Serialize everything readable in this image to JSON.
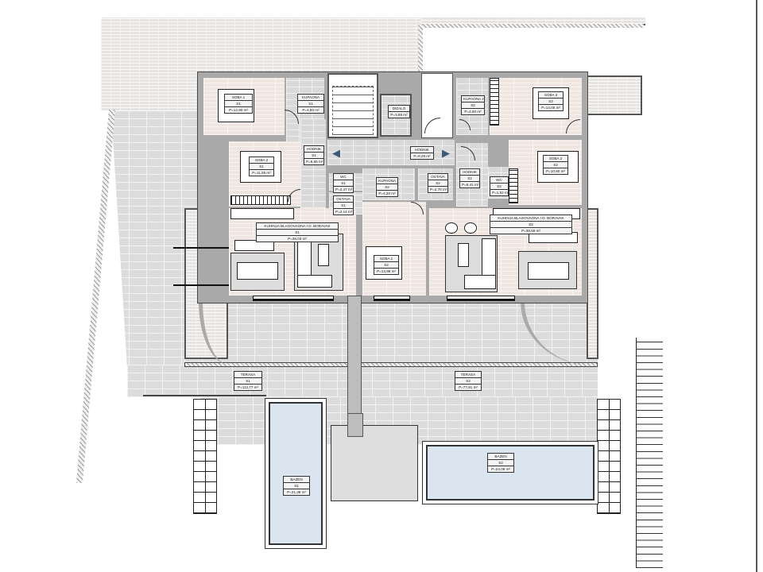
{
  "drawing": {
    "type": "architectural floor plan",
    "colors": {
      "paving": "#e6e3e0",
      "terrace_tile": "#dcdcdc",
      "wood_floor": "#efe6e1",
      "bath_tile": "#d9d9d9",
      "wall": "#a9a9a9",
      "pool_water": "#dae5ef"
    }
  },
  "rooms": {
    "soba1_s1": {
      "name": "SOBA 1",
      "unit": "S1",
      "area": "P=12,90 m²"
    },
    "kupaonica_s1": {
      "name": "KUPAONA",
      "unit": "S1",
      "area": "P=4,80 m²"
    },
    "soba2_s1": {
      "name": "SOBA 2",
      "unit": "S1",
      "area": "P=11,95 m²"
    },
    "hodnik_s1": {
      "name": "HODNIK",
      "unit": "S1",
      "area": "P=6,65 m²"
    },
    "wc_s1": {
      "name": "WC",
      "unit": "S1",
      "area": "P=2,47 m²"
    },
    "ostava_s1": {
      "name": "OSTAVA",
      "unit": "S1",
      "area": "P=2,14 m²"
    },
    "dizalo": {
      "name": "DIZALO",
      "area": "P=3,89 m²"
    },
    "hodnik_common": {
      "name": "HODNIK",
      "area": "P=8,28 m²"
    },
    "kupaonica1_s2": {
      "name": "KUPAONA 1",
      "unit": "S2",
      "area": "P=4,20 m²"
    },
    "ostava_s2": {
      "name": "OSTAVA",
      "unit": "S2",
      "area": "P=2,70 m²"
    },
    "hodnik_s2": {
      "name": "HODNIK",
      "unit": "S2",
      "area": "P=6,41 m²"
    },
    "kupaonica2_s2": {
      "name": "KUPAONA 2",
      "unit": "S2",
      "area": "P=4,80 m²"
    },
    "soba3_s2": {
      "name": "SOBA 3",
      "unit": "S2",
      "area": "P=14,06 m²"
    },
    "soba2_s2": {
      "name": "SOBA 2",
      "unit": "S2",
      "area": "P=10,80 m²"
    },
    "wc_s2": {
      "name": "WC",
      "unit": "S2",
      "area": "P=1,52 m²"
    },
    "kuhinja_s1": {
      "name": "KUHINJA BLAGOVAONA I D. BORAVAK",
      "unit": "S1",
      "area": "P=38,03 m²"
    },
    "soba1_s2": {
      "name": "SOBA 1",
      "unit": "S2",
      "area": "P=13,99 m²"
    },
    "kuhinja_s2": {
      "name": "KUHINJA BLAGOVAONA I D. BORAVAK",
      "unit": "S2",
      "area": "P=38,59 m²"
    },
    "terasa_s1": {
      "name": "TERASA",
      "unit": "S1",
      "area": "P=112,77 m²"
    },
    "terasa_s2": {
      "name": "TERASA",
      "unit": "S2",
      "area": "P=77,81 m²"
    },
    "bazen_s1": {
      "name": "BAZEN",
      "unit": "S1",
      "area": "P=21,38 m²"
    },
    "bazen_s2": {
      "name": "BAZEN",
      "unit": "S2",
      "area": "P=24,08 m²"
    }
  },
  "icons": {
    "stair_arrow_left": "◀",
    "stair_arrow_right": "▶"
  }
}
